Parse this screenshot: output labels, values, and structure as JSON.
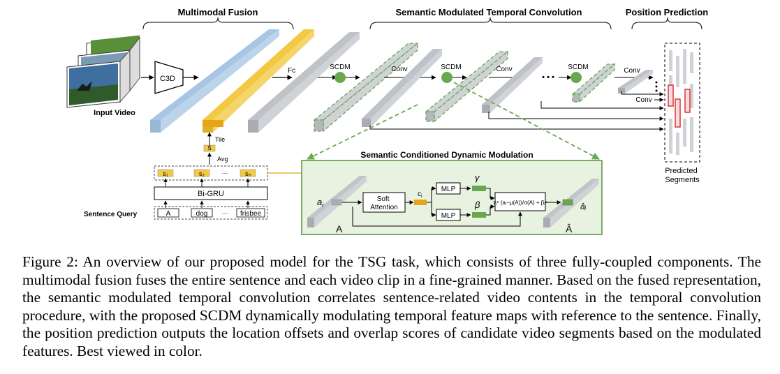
{
  "headers": {
    "fusion": "Multimodal Fusion",
    "smtc": "Semantic Modulated Temporal Convolution",
    "position": "Position Prediction"
  },
  "left": {
    "input_video": "Input Video",
    "c3d": "C3D",
    "fc": "Fc",
    "tile": "Tile",
    "avg": "Avg",
    "s_bar": "S̄",
    "bigru": "Bi-GRU",
    "sentence_query": "Sentence Query",
    "s_tokens": [
      "s₁",
      "s₂",
      "···",
      "sₙ"
    ],
    "words": [
      "A",
      "dog",
      "···",
      "frisbee"
    ]
  },
  "conv_chain": {
    "scdm": "SCDM",
    "conv": "Conv",
    "dots": "• • •"
  },
  "scdm_box": {
    "title": "Semantic Conditioned Dynamic  Modulation",
    "a_i": "a",
    "a_sub": "i",
    "A": "A",
    "A_hat": "Â",
    "soft_attention": "Soft Attention",
    "c_i": "c",
    "c_sub": "i",
    "mlp": "MLP",
    "gamma": "γ",
    "beta": "β",
    "formula": "γᵢᶜ (aᵢ−μ(A))/σ(A) + βᵢᶜ",
    "a_hat_i": "âᵢ"
  },
  "prediction": {
    "title": "Predicted Segments"
  },
  "caption": "Figure 2:  An overview of our proposed model for the TSG task, which consists of three fully-coupled components. The multimodal fusion fuses the entire sentence and each video clip in a fine-grained manner. Based on the fused representation, the semantic modulated temporal convolution correlates sentence-related video contents in the temporal convolution procedure, with the proposed SCDM dynamically modulating temporal feature maps with reference to the sentence. Finally, the position prediction outputs the location offsets and overlap scores of candidate video segments based on the modulated features. Best viewed in color.",
  "colors": {
    "blue_slab": "#bcd4ea",
    "yellow_slab": "#f3c843",
    "gray_slab": "#cfd2d6",
    "green": "#6aa84f",
    "box_fill": "#e8f2e1",
    "red": "#d62b2b",
    "arrow_orange": "#e6a417"
  }
}
